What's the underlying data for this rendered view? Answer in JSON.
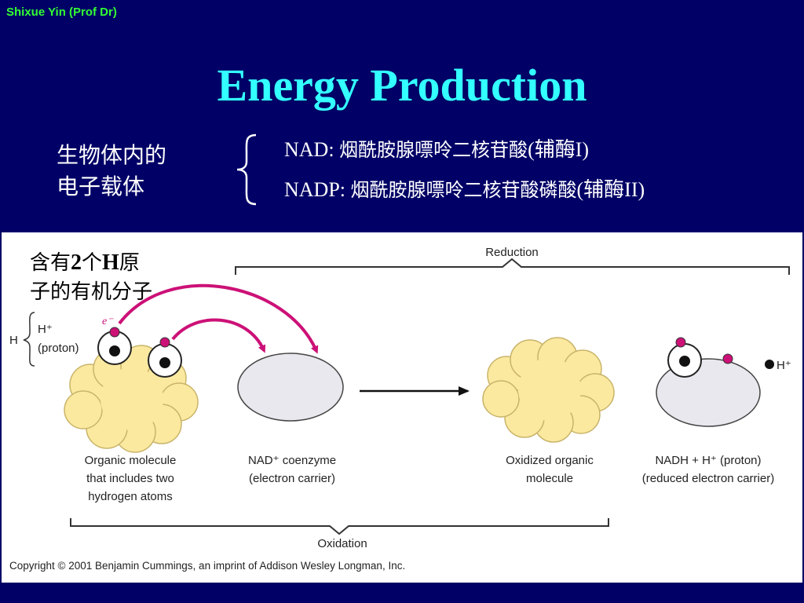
{
  "header": {
    "author": "Shixue Yin (Prof Dr)",
    "title": "Energy Production"
  },
  "carriers": {
    "label_line1": "生物体内的",
    "label_line2": "电子载体",
    "nad": {
      "abbr": "NAD: ",
      "name": "烟酰胺腺嘌呤二核苷酸",
      "note": "(辅酶I)"
    },
    "nadp": {
      "abbr": "NADP: ",
      "name": "烟酰胺腺嘌呤二核苷酸磷酸",
      "note": "(辅酶II)"
    }
  },
  "annotation": {
    "line1_a": "含有",
    "line1_num": "2",
    "line1_b": "个",
    "line1_h": "H",
    "line1_c": "原",
    "line2": "子的有机分子"
  },
  "figure": {
    "reduction": "Reduction",
    "oxidation": "Oxidation",
    "h_label": "H",
    "h_plus": "H⁺",
    "proton": "(proton)",
    "electron": "e⁻",
    "h_plus_free": "H⁺",
    "organic_label": [
      "Organic molecule",
      "that includes two",
      "hydrogen atoms"
    ],
    "nad_label": [
      "NAD⁺ coenzyme",
      "(electron carrier)"
    ],
    "oxidized_label": [
      "Oxidized organic",
      "molecule"
    ],
    "nadh_label": [
      "NADH + H⁺ (proton)",
      "(reduced electron carrier)"
    ],
    "copyright": "Copyright © 2001 Benjamin Cummings, an imprint of Addison Wesley Longman, Inc."
  },
  "colors": {
    "background": "#000066",
    "title": "#33ffff",
    "author": "#33ff33",
    "arrow": "#cc1177",
    "cloud": "#fbe9a0"
  }
}
